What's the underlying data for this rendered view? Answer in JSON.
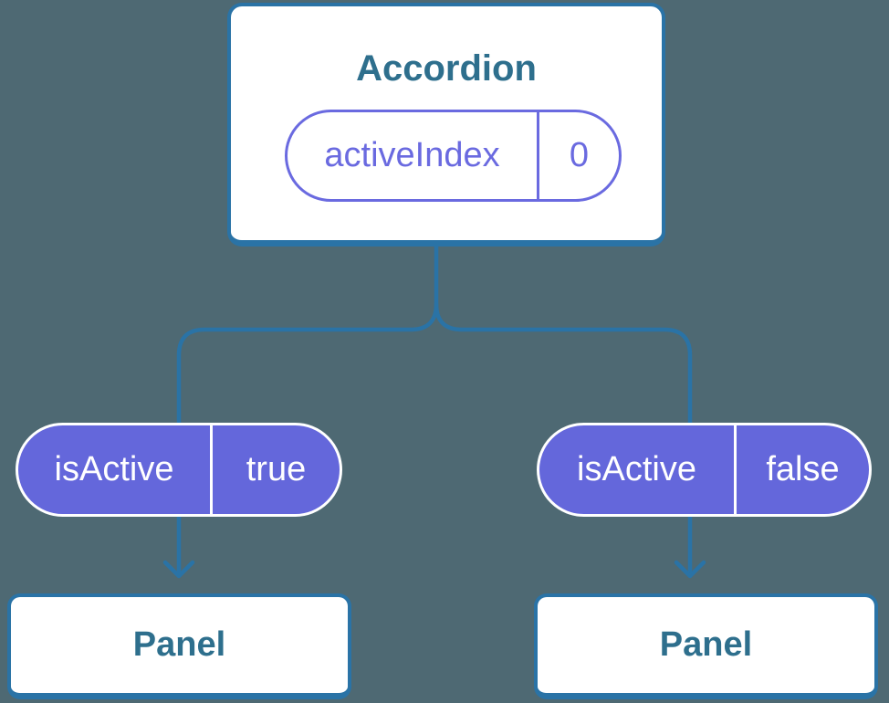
{
  "colors": {
    "background": "#4E6973",
    "line": "#2A73A6",
    "card_bg": "#FFFFFF",
    "teal_text": "#2E6F8D",
    "purple_fill": "#6467DB",
    "purple_outline": "#6A6AE0",
    "pill_text_light": "#FFFFFF"
  },
  "diagram": {
    "root": {
      "title": "Accordion",
      "state": {
        "name": "activeIndex",
        "value": "0"
      }
    },
    "props": [
      {
        "name": "isActive",
        "value": "true"
      },
      {
        "name": "isActive",
        "value": "false"
      }
    ],
    "children": [
      {
        "title": "Panel"
      },
      {
        "title": "Panel"
      }
    ]
  }
}
